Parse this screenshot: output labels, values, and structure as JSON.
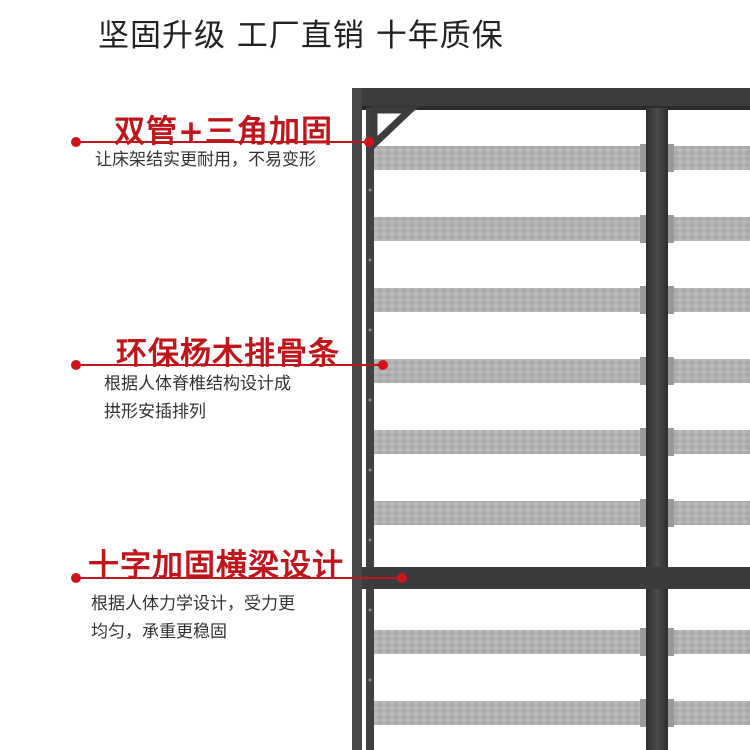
{
  "headline": "坚固升级 工厂直销 十年质保",
  "callouts": [
    {
      "title": "双管+三角加固",
      "desc": [
        "让床架结实更耐用，不易变形"
      ]
    },
    {
      "title": "环保杨木排骨条",
      "desc": [
        "根据人体脊椎结构设计成",
        "拱形安插排列"
      ]
    },
    {
      "title": "十字加固横梁设计",
      "desc": [
        "根据人体力学设计，受力更",
        "均匀，承重更稳固"
      ]
    }
  ],
  "colors": {
    "accent": "#c0151b",
    "frame": "#3c3d3f",
    "slat": "#b5b5b5"
  }
}
